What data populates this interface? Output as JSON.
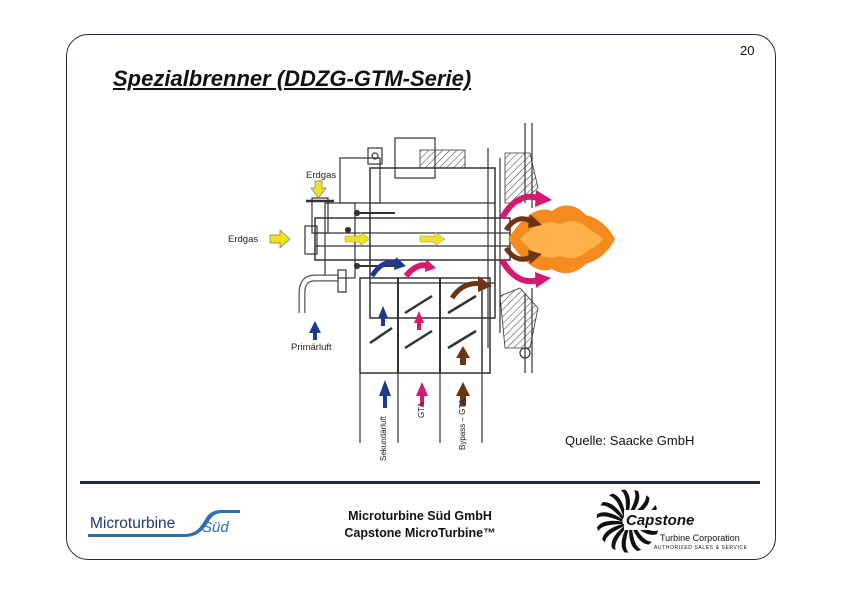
{
  "page_number": "20",
  "title": "Spezialbrenner (DDZG-GTM-Serie)",
  "diagram": {
    "labels": {
      "erdgas_top": "Erdgas",
      "erdgas_left": "Erdgas",
      "primaerluft": "Primärluft",
      "sekundaerluft": "Sekundärluft",
      "gta": "GTA",
      "bypass_gta": "Bypass – GTA"
    },
    "colors": {
      "gas_arrow": "#f2e11c",
      "secondary_air": "#1f3a8c",
      "gta_flow": "#d6186e",
      "bypass_flow": "#6b3514",
      "flame": "#f58a1f"
    }
  },
  "source_note": "Quelle: Saacke GmbH",
  "footer": {
    "company_line1": "Microturbine Süd GmbH",
    "company_line2": "Capstone MicroTurbine™"
  },
  "logos": {
    "left_text": "Microturbine",
    "left_sub": "Süd",
    "right_brand": "Capstone",
    "right_line1": "Turbine Corporation",
    "right_line2": "AUTHORIZED SALES & SERVICE"
  }
}
